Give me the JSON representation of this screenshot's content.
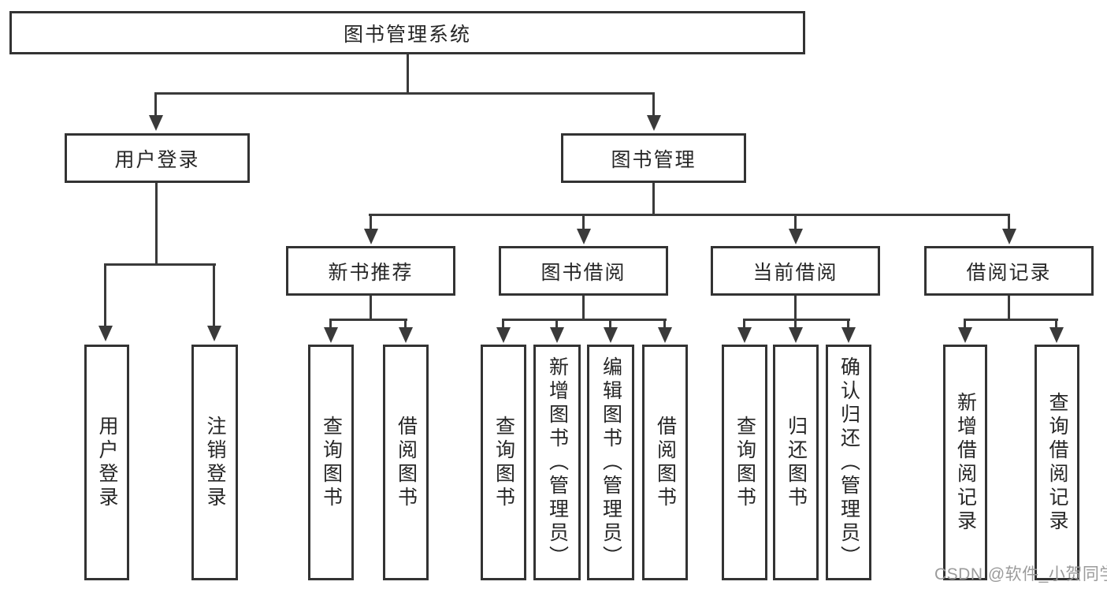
{
  "diagram": {
    "root": "图书管理系统",
    "level2": {
      "user_login": "用户登录",
      "book_mgmt": "图书管理"
    },
    "level3": {
      "new_books": "新书推荐",
      "book_borrow": "图书借阅",
      "current_borrow": "当前借阅",
      "borrow_records": "借阅记录"
    },
    "leaves": {
      "user_login": "用户登录",
      "logout": "注销登录",
      "new_books_query": "查询图书",
      "new_books_borrow": "借阅图书",
      "book_borrow_query": "查询图书",
      "book_borrow_add": "新增图书（管理员）",
      "book_borrow_edit": "编辑图书（管理员）",
      "book_borrow_borrow": "借阅图书",
      "current_query": "查询图书",
      "current_return": "归还图书",
      "current_confirm": "确认归还（管理员）",
      "records_add": "新增借阅记录",
      "records_query": "查询借阅记录"
    }
  },
  "watermark": {
    "text": "CSDN @软件_小贺同学"
  },
  "colors": {
    "line": "#3a3a3a",
    "text": "#262626",
    "background": "#ffffff",
    "watermark": "#9b9b9b"
  }
}
